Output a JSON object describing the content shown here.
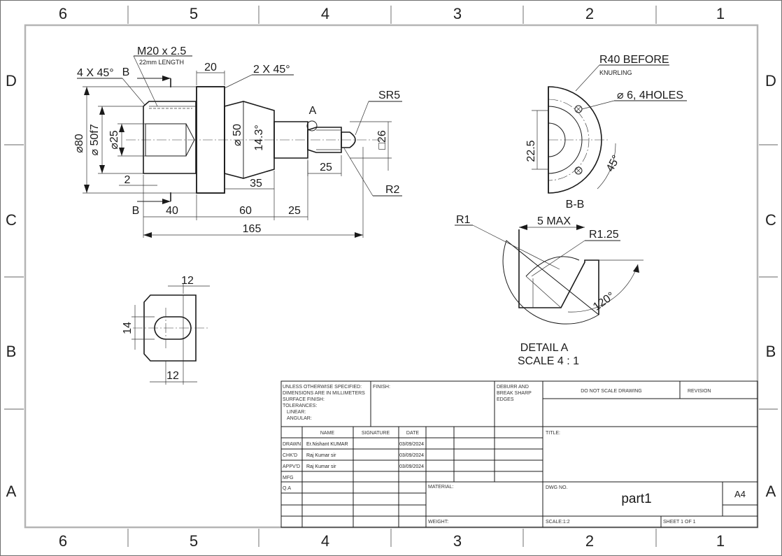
{
  "border": {
    "zones_top": [
      "6",
      "5",
      "4",
      "3",
      "2",
      "1"
    ],
    "zones_bottom": [
      "6",
      "5",
      "4",
      "3",
      "2",
      "1"
    ],
    "zones_side": [
      "D",
      "C",
      "B",
      "A"
    ]
  },
  "main_view": {
    "thread": "M20 x 2.5",
    "thread_note": "22mm LENGTH",
    "chamfer_left": "4 X 45°",
    "chamfer_right": "2 X 45°",
    "knurl_width": "20",
    "dia_80": "⌀80",
    "dia_50f7": "⌀ 50f7",
    "dia_25": "⌀25",
    "dia_50": "⌀ 50",
    "taper_angle": "14.3°",
    "sr5": "SR5",
    "square_26": "□26",
    "r2": "R2",
    "len_25_small": "25",
    "len_2": "2",
    "len_40": "40",
    "len_60": "60",
    "len_25": "25",
    "len_35": "35",
    "len_165": "165",
    "section_mark": "B",
    "detail_mark": "A"
  },
  "section_view": {
    "r40_before": "R40 BEFORE",
    "knurling": "KNURLING",
    "holes": "⌀ 6, 4HOLES",
    "dim_22_5": "22.5",
    "angle_45": "45°",
    "label": "B-B"
  },
  "detail_view": {
    "r1": "R1",
    "five_max": "5 MAX",
    "r1_25": "R1.25",
    "angle_120": "120°",
    "title": "DETAIL A",
    "scale": "SCALE 4 : 1"
  },
  "slot_view": {
    "top_12": "12",
    "left_14": "14",
    "bottom_12": "12"
  },
  "title_block": {
    "spec_lines": [
      "UNLESS OTHERWISE SPECIFIED:",
      "DIMENSIONS ARE IN MILLIMETERS",
      "SURFACE FINISH:",
      "TOLERANCES:",
      "LINEAR:",
      "ANGULAR:"
    ],
    "finish": "FINISH:",
    "deburr_lines": [
      "DEBURR AND",
      "BREAK SHARP",
      "EDGES"
    ],
    "do_not_scale": "DO NOT SCALE DRAWING",
    "revision": "REVISION",
    "title": "TITLE:",
    "col_name": "NAME",
    "col_signature": "SIGNATURE",
    "col_date": "DATE",
    "rows": [
      {
        "role": "DRAWN",
        "name": "Er.Nishant KUMAR",
        "date": "03/09/2024"
      },
      {
        "role": "CHK'D",
        "name": "Raj Kumar sir",
        "date": "03/09/2024"
      },
      {
        "role": "APPV'D",
        "name": "Raj Kumar sir",
        "date": "03/09/2024"
      },
      {
        "role": "MFG",
        "name": "",
        "date": ""
      },
      {
        "role": "Q.A",
        "name": "",
        "date": ""
      }
    ],
    "material": "MATERIAL:",
    "dwg_no_label": "DWG NO.",
    "dwg_no": "part1",
    "size": "A4",
    "weight": "WEIGHT:",
    "scale": "SCALE:1:2",
    "sheet": "SHEET 1 OF 1"
  }
}
